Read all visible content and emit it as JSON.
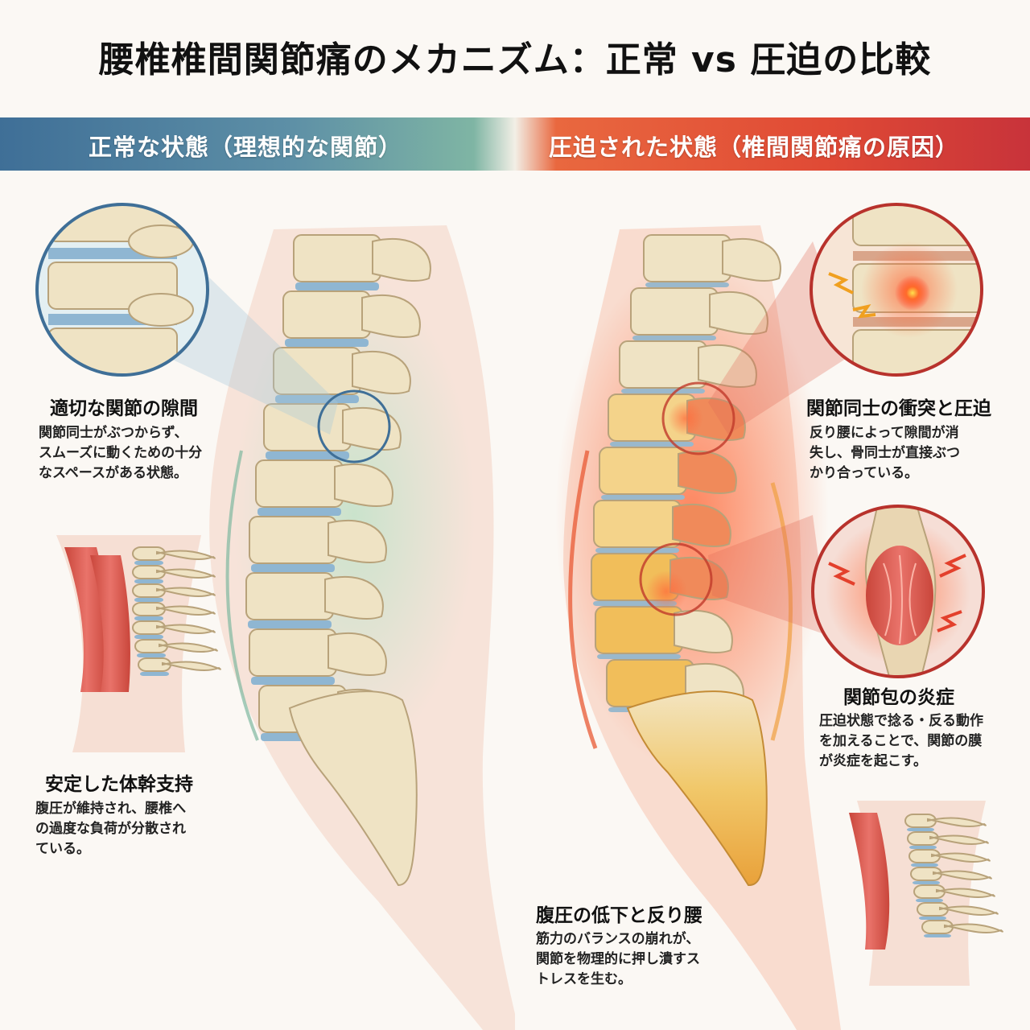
{
  "title": "腰椎椎間関節痛のメカニズム：正常 vs 圧迫の比較",
  "normal": {
    "banner": "正常な状態（理想的な関節）",
    "gap_title": "適切な関節の隙間",
    "gap_body": [
      "関節同士がぶつからず、",
      "スムーズに動くための十分",
      "なスペースがある状態。"
    ],
    "support_title": "安定した体幹支持",
    "support_body": [
      "腹圧が維持され、腰椎へ",
      "の過度な負荷が分散され",
      "ている。"
    ]
  },
  "compressed": {
    "banner": "圧迫された状態（椎間関節痛の原因）",
    "collision_title": "関節同士の衝突と圧迫",
    "collision_body": [
      "反り腰によって隙間が消",
      "失し、骨同士が直接ぶつ",
      "かり合っている。"
    ],
    "inflammation_title": "関節包の炎症",
    "inflammation_body": [
      "圧迫状態で捻る・反る動作",
      "を加えることで、関節の膜",
      "が炎症を起こす。"
    ],
    "pressure_title": "腹圧の低下と反り腰",
    "pressure_body": [
      "筋力のバランスの崩れが、",
      "関節を物理的に押し潰すス",
      "トレスを生む。"
    ]
  },
  "colors": {
    "normal_accent": "#3f6f97",
    "compressed_accent": "#d9352f",
    "bone": "#efe3c4",
    "disc_normal": "#8fb6d2",
    "inflamed": "#e3402c"
  }
}
